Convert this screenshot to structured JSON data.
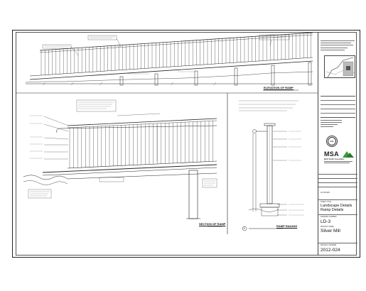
{
  "drawings": {
    "elevation_title": "ELEVATION OF RAMP",
    "section_title": "SECTION OF RAMP",
    "railing_title": "RAMP RAILING",
    "railing_detail_number": "3"
  },
  "title_block": {
    "firm_name": "MSA",
    "firm_subtitle": "Mark Smith Associates",
    "sheet_label": "SHEET TITLE",
    "sheet_title_line1": "Landscape Details",
    "sheet_title_line2": "Ramp Details",
    "sheet_no_label": "DRAWING NUMBER",
    "sheet_number": "LD-3",
    "project_label": "PROJECT NAME",
    "project_name": "Silver Mill",
    "job_label": "PROJECT NUMBER",
    "job_number": "2012-024",
    "seal_text": "CAL",
    "scale_text": "AS SHOWN"
  },
  "colors": {
    "line": "#222222",
    "accent_green": "#3a9a3a"
  }
}
